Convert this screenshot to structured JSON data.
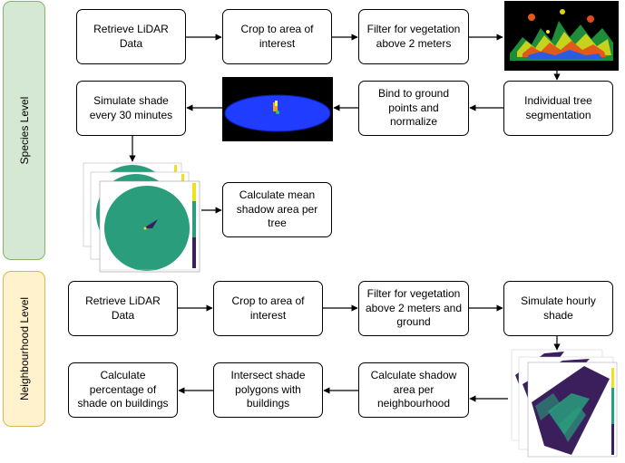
{
  "lanes": {
    "species": "Species Level",
    "neighbourhood": "Neighbourhood Level"
  },
  "species_steps": {
    "retrieve": "Retrieve LiDAR Data",
    "crop": "Crop to area of interest",
    "filter": "Filter for vegetation above 2 meters",
    "segment": "Individual tree segmentation",
    "bind": "Bind to ground points and normalize",
    "simulate": "Simulate shade every 30 minutes",
    "mean": "Calculate mean shadow area per tree"
  },
  "neighbourhood_steps": {
    "retrieve": "Retrieve LiDAR Data",
    "crop": "Crop to area of interest",
    "filter": "Filter for vegetation above 2 meters and ground",
    "simulate": "Simulate hourly shade",
    "shadow_area": "Calculate shadow area per neighbourhood",
    "intersect": "Intersect shade polygons with buildings",
    "percentage": "Calculate percentage of shade on buildings"
  },
  "colors": {
    "species_fill": "#d5e8d4",
    "species_border": "#82b366",
    "neigh_fill": "#fff2cc",
    "neigh_border": "#d6b656",
    "shade_green": "#2a9d7c",
    "shade_purple": "#3b1f5c",
    "ground_blue": "#1f3cff"
  }
}
